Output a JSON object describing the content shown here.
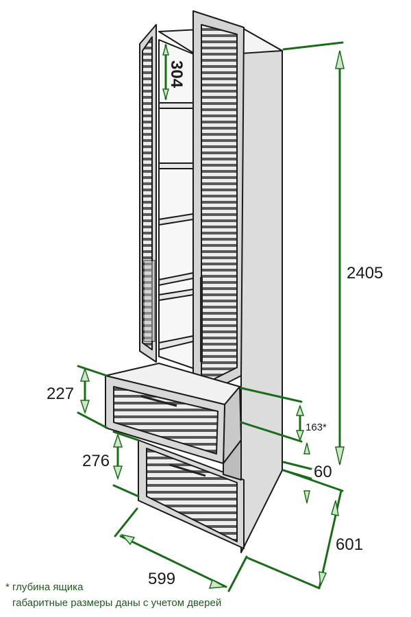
{
  "colors": {
    "dim_line": "#1a6b1a",
    "arrow_fill": "#cfe6c8",
    "outline": "#1a1a1a",
    "panel_light": "#f2f2f2",
    "panel_mid": "#d9d9d9",
    "panel_dark": "#9a9a9a"
  },
  "dimensions": {
    "shelf_gap": "304",
    "total_height": "2405",
    "top_drawer_height": "227",
    "bottom_drawer_height": "276",
    "drawer_depth": "163*",
    "plinth_height": "60",
    "width": "599",
    "depth": "601"
  },
  "footnotes": {
    "drawer_depth_note": "* глубина ящика",
    "overall_note": "габаритные размеры даны с учетом дверей"
  }
}
